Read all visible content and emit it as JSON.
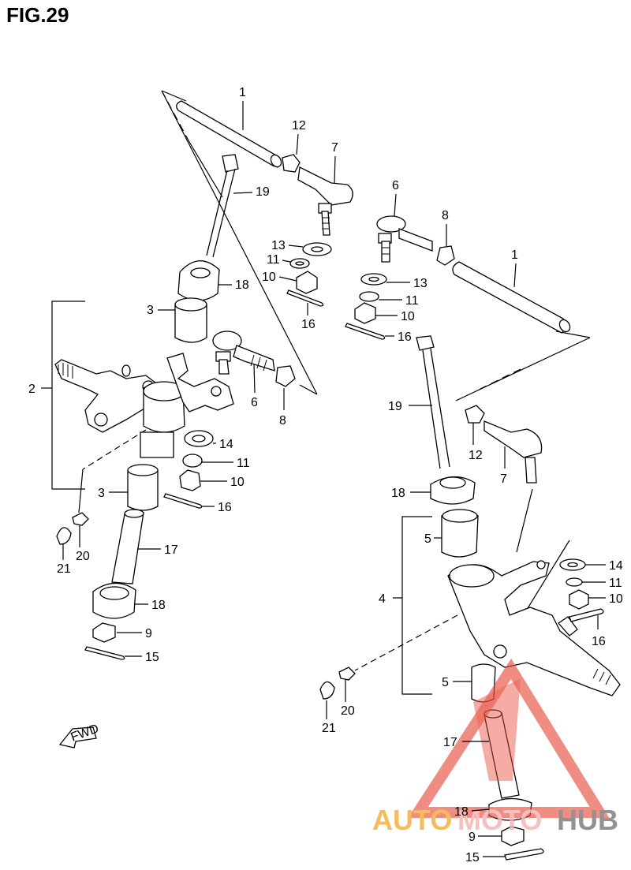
{
  "figure": {
    "title": "FIG.29"
  },
  "labels": {
    "l1a": "1",
    "l12a": "12",
    "l7a": "7",
    "l19a": "19",
    "l18a": "18",
    "l13a": "13",
    "l11a": "11",
    "l10a": "10",
    "l16a": "16",
    "l3a": "3",
    "l2": "2",
    "l6a": "6",
    "l8a": "8",
    "l14a": "14",
    "l11b": "11",
    "l10b": "10",
    "l3b": "3",
    "l16b": "16",
    "l17a": "17",
    "l20a": "20",
    "l21a": "21",
    "l18b": "18",
    "l9a": "9",
    "l15a": "15",
    "l6b": "6",
    "l8b": "8",
    "l1b": "1",
    "l13b": "13",
    "l11c": "11",
    "l10c": "10",
    "l16c": "16",
    "l19b": "19",
    "l12b": "12",
    "l7b": "7",
    "l18c": "18",
    "l5a": "5",
    "l4": "4",
    "l14b": "14",
    "l11d": "11",
    "l10d": "10",
    "l16d": "16",
    "l5b": "5",
    "l20b": "20",
    "l21b": "21",
    "l17b": "17",
    "l18d": "18",
    "l9b": "9",
    "l15b": "15"
  },
  "fwd_label": "FWD",
  "watermark": {
    "part1": "AUTO",
    "part2": "MOTO",
    "part3": "HUB",
    "colors": {
      "auto": "#f5b041",
      "moto": "#f4b6b6",
      "hub": "#7f7f7f",
      "triangle": "#e74c3c"
    }
  }
}
